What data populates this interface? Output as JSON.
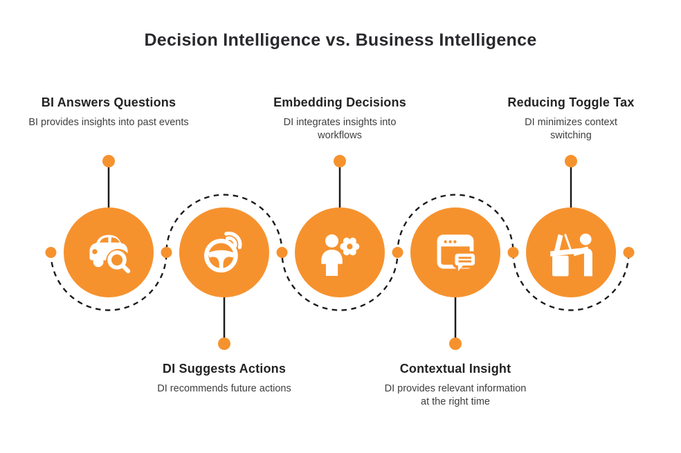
{
  "title": "Decision Intelligence vs. Business Intelligence",
  "colors": {
    "accent": "#F6922E",
    "connector": "#1B1B1B",
    "title_text": "#29292D",
    "heading_text": "#232323",
    "body_text": "#3E3E3E",
    "background": "#FFFFFF"
  },
  "milestones": [
    {
      "id": "bi-answers-questions",
      "position": "top",
      "heading": "BI Answers Questions",
      "description": "BI provides insights into past events",
      "icon": "car-search-icon"
    },
    {
      "id": "di-suggests-actions",
      "position": "bottom",
      "heading": "DI Suggests Actions",
      "description": "DI recommends future actions",
      "icon": "smart-steering-wheel-icon"
    },
    {
      "id": "embedding-decisions",
      "position": "top",
      "heading": "Embedding Decisions",
      "description": "DI integrates insights into workflows",
      "icon": "person-gear-icon"
    },
    {
      "id": "contextual-insight",
      "position": "bottom",
      "heading": "Contextual Insight",
      "description": "DI provides relevant information at the right time",
      "icon": "browser-chat-icon"
    },
    {
      "id": "reducing-toggle-tax",
      "position": "top",
      "heading": "Reducing Toggle Tax",
      "description": "DI minimizes context switching",
      "icon": "person-desk-icon"
    }
  ]
}
